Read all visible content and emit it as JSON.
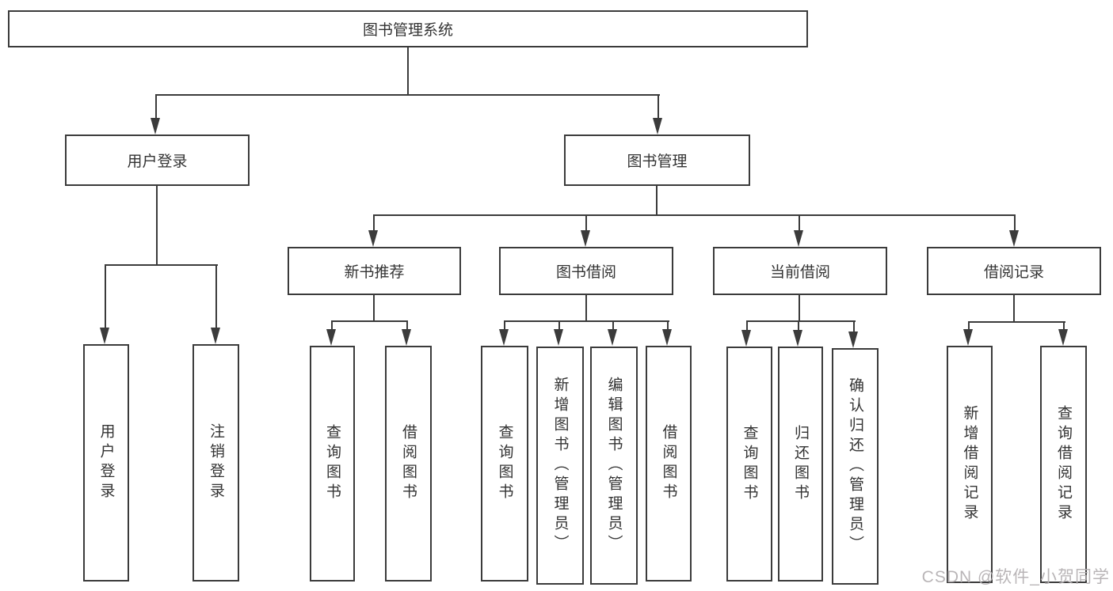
{
  "diagram_title": "图书管理系统",
  "colors": {
    "background": "#ffffff",
    "line": "#3b3b3b",
    "text": "#333333",
    "watermark": "#b6b2b4"
  },
  "tree": {
    "root": {
      "label": "图书管理系统"
    },
    "branches": [
      {
        "label": "用户登录",
        "children": [
          {
            "label": "用户登录"
          },
          {
            "label": "注销登录"
          }
        ]
      },
      {
        "label": "图书管理",
        "children": [
          {
            "label": "新书推荐",
            "children": [
              {
                "label": "查询图书"
              },
              {
                "label": "借阅图书"
              }
            ]
          },
          {
            "label": "图书借阅",
            "children": [
              {
                "label": "查询图书"
              },
              {
                "label": "新增图书（管理员）"
              },
              {
                "label": "编辑图书（管理员）"
              },
              {
                "label": "借阅图书"
              }
            ]
          },
          {
            "label": "当前借阅",
            "children": [
              {
                "label": "查询图书"
              },
              {
                "label": "归还图书"
              },
              {
                "label": "确认归还（管理员）"
              }
            ]
          },
          {
            "label": "借阅记录",
            "children": [
              {
                "label": "新增借阅记录"
              },
              {
                "label": "查询借阅记录"
              }
            ]
          }
        ]
      }
    ]
  },
  "watermark": {
    "label": "CSDN @软件_小贺同学"
  }
}
